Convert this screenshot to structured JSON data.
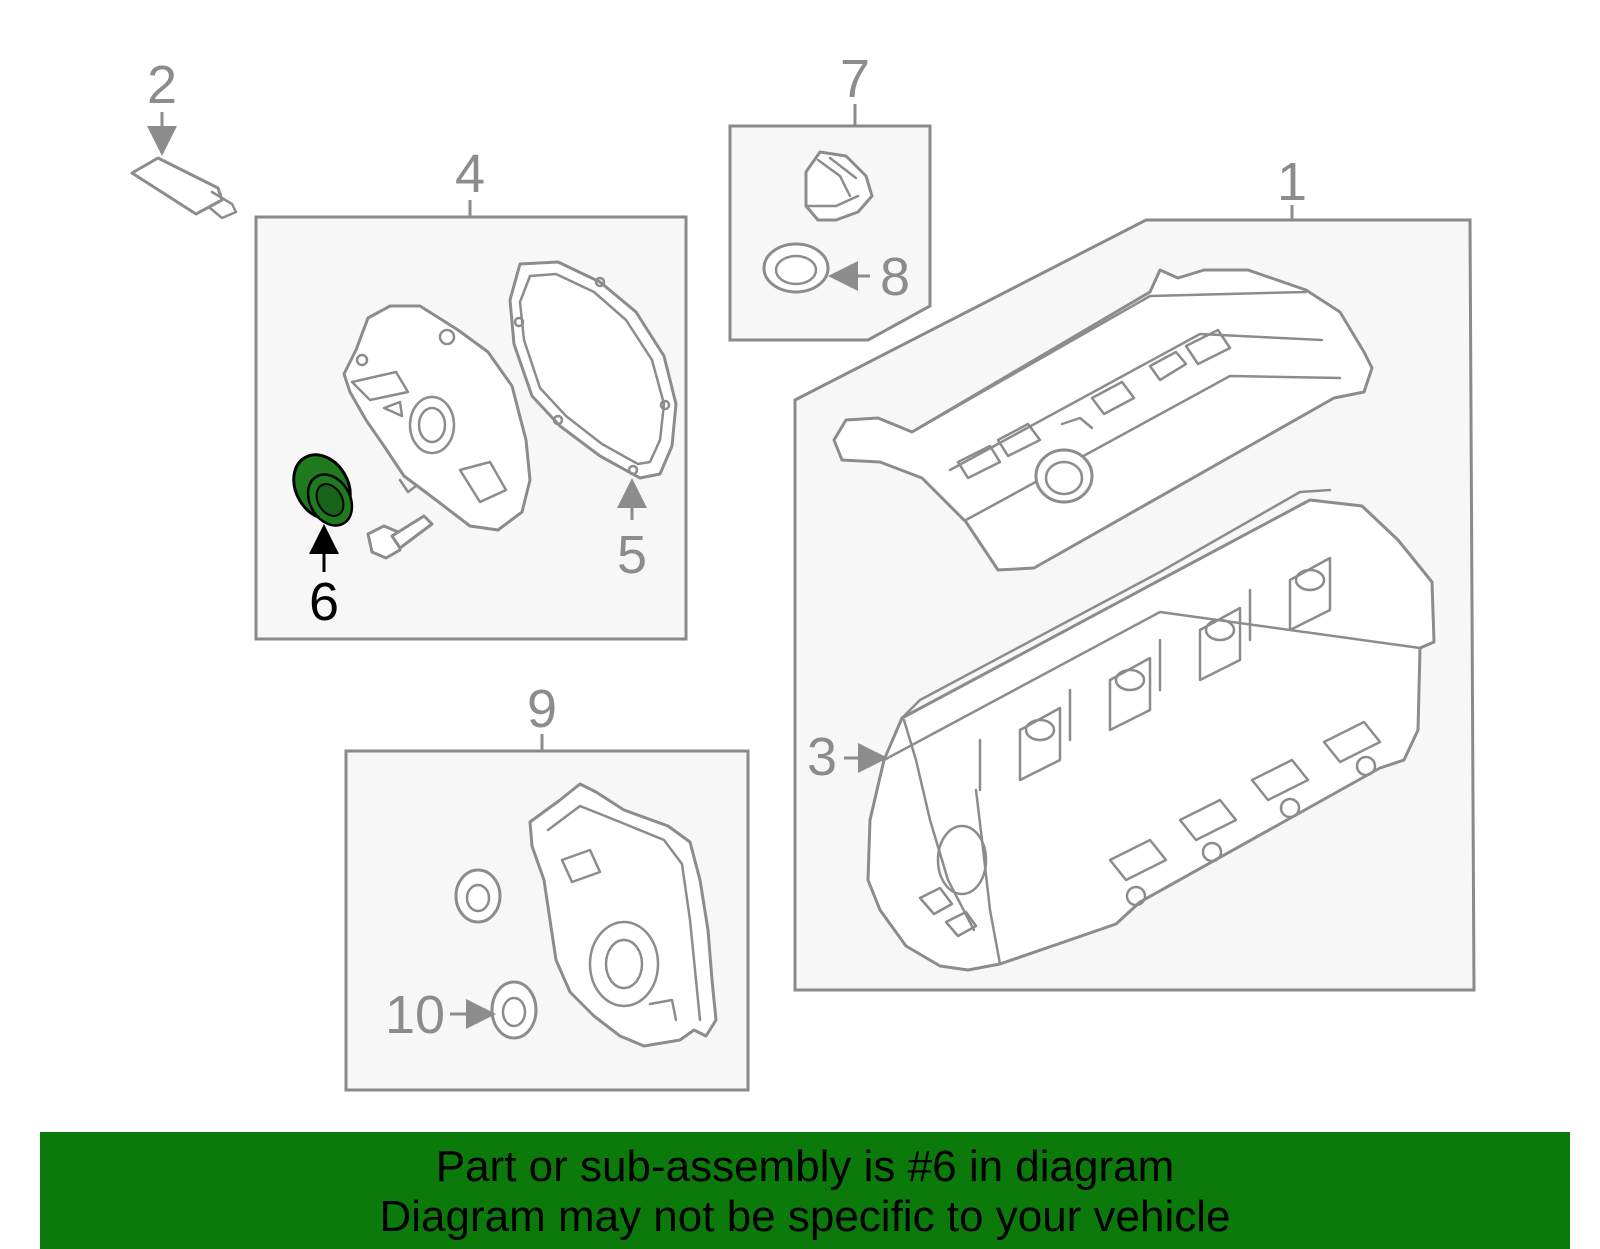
{
  "callouts": {
    "c1": "1",
    "c2": "2",
    "c3": "3",
    "c4": "4",
    "c5": "5",
    "c6": "6",
    "c7": "7",
    "c8": "8",
    "c9": "9",
    "c10": "10"
  },
  "highlight": {
    "part_number": "6",
    "color": "#1f7a1f"
  },
  "banner": {
    "line1": "Part or sub-assembly is #6 in diagram",
    "line2": "Diagram may not be specific to your vehicle",
    "background": "#0b7a0b"
  }
}
